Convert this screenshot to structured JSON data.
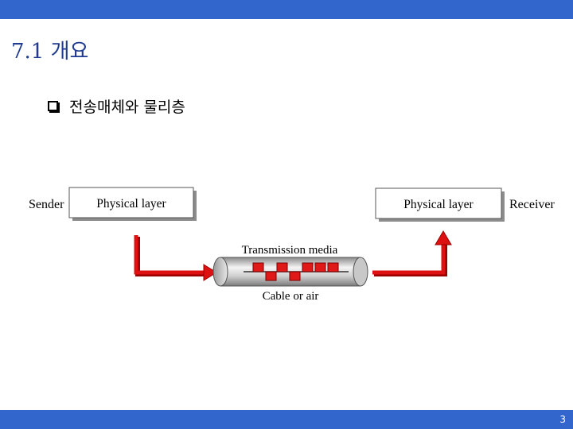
{
  "slide": {
    "title": "7.1 개요",
    "bullet_text": "전송매체와 물리층",
    "page_number": "3"
  },
  "diagram": {
    "sender_label": "Sender",
    "sender_box_label": "Physical layer",
    "receiver_box_label": "Physical layer",
    "receiver_label": "Receiver",
    "media_label": "Transmission media",
    "media_sublabel": "Cable or air"
  },
  "colors": {
    "bar": "#3366cc",
    "arrow": "#dd1111",
    "title": "#1f3b8f"
  }
}
